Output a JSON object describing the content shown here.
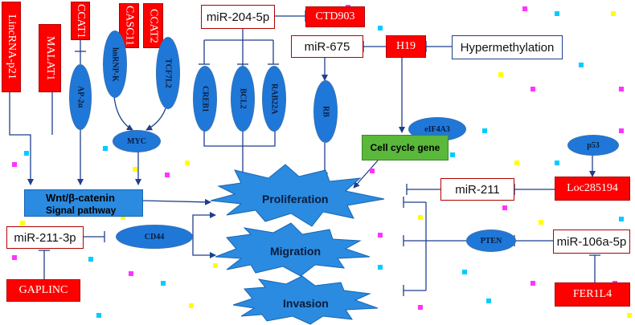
{
  "colors": {
    "red": "#ff0000",
    "blue": "#1f78d8",
    "dark_red": "#b00000",
    "navy": "#1f3f8c",
    "green": "#5ab83a",
    "star": "#2a8be0"
  },
  "red_vertical": {
    "lincrna_p21": "LincRNA-p21",
    "malat1": "MALAT1",
    "ccat1": "CCAT1",
    "casc11": "CASC11",
    "ccat2": "CCAT2"
  },
  "red_horizontal": {
    "ctd903": "CTD903",
    "h19": "H19",
    "loc285194": "Loc285194",
    "gaplinc": "GAPLINC",
    "fer1l4": "FER1L4"
  },
  "mirna": {
    "mir204": "miR-204-5p",
    "mir675": "miR-675",
    "mir211": "miR-211",
    "mir211_3p": "miR-211-3p",
    "mir106a": "miR-106a-5p"
  },
  "hypermethylation": "Hypermethylation",
  "ovals": {
    "ap2a": "AP-2α",
    "hnrnpk": "hnRNP-K",
    "tcf7l2": "TCF7L2",
    "myc": "MYC",
    "creb1": "CREB1",
    "bcl2": "BCL2",
    "rab22a": "RAB22A",
    "rb": "RB",
    "eif4a3": "eIF4A3",
    "p53": "p53",
    "cd44": "CD44",
    "pten": "PTEN"
  },
  "green_box": "Cell cycle gene",
  "wnt": {
    "title": "Wnt/β-catenin",
    "subtitle": "Signal pathway"
  },
  "outcomes": {
    "proliferation": "Proliferation",
    "migration": "Migration",
    "invasion": "Invasion"
  }
}
